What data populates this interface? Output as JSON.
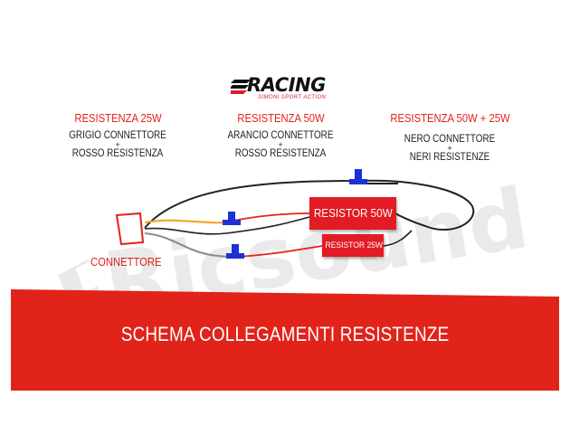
{
  "logo": {
    "name": "RACING",
    "tagline": "SIMONI SPORT ACTION"
  },
  "watermark": {
    "text": "Ricsound"
  },
  "labels": [
    {
      "title": "RESISTENZA  25W",
      "line1": "GRIGIO CONNETTORE",
      "plus": "+",
      "line2": "ROSSO RESISTENZA"
    },
    {
      "title": "RESISTENZA  50W",
      "line1": "ARANCIO CONNETTORE",
      "plus": "+",
      "line2": "ROSSO RESISTENZA"
    },
    {
      "title": "RESISTENZA  50W + 25W",
      "line1": "NERO CONNETTORE",
      "plus": "+",
      "line2": "NERI RESISTENZE"
    }
  ],
  "resistor_50": "RESISTOR 50W",
  "resistor_25": "RESISTOR 25W",
  "connector_label": "CONNETTORE",
  "banner_title": "SCHEMA COLLEGAMENTI RESISTENZE",
  "colors": {
    "red": "#e2231a",
    "wire_black": "#222222",
    "wire_orange": "#f2a830",
    "wire_gray": "#8a8a8a",
    "wire_red": "#e2231a",
    "splice_blue": "#1e2fd8",
    "watermark": "#d9d9d9"
  }
}
